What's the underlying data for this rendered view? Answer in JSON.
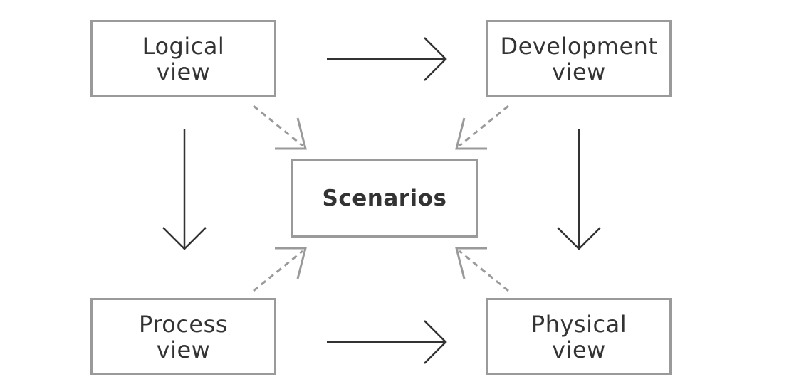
{
  "diagram": {
    "logical": {
      "line1": "Logical",
      "line2": "view"
    },
    "development": {
      "line1": "Development",
      "line2": "view"
    },
    "scenarios": {
      "label": "Scenarios"
    },
    "process": {
      "line1": "Process",
      "line2": "view"
    },
    "physical": {
      "line1": "Physical",
      "line2": "view"
    }
  },
  "colors": {
    "box_border": "#9a9a9a",
    "solid_arrow": "#333333",
    "dashed_arrow": "#9a9a9a",
    "text": "#333333"
  }
}
